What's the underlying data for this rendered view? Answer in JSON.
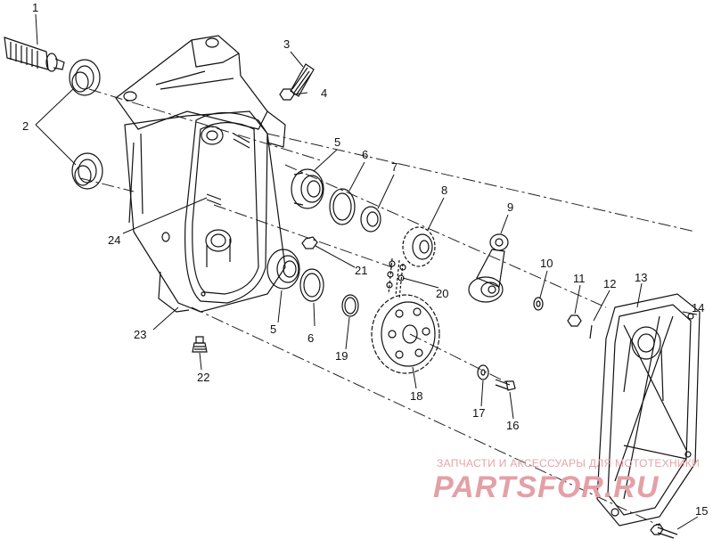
{
  "callouts": [
    "1",
    "2",
    "3",
    "4",
    "5",
    "6",
    "7",
    "8",
    "9",
    "10",
    "11",
    "12",
    "13",
    "14",
    "15",
    "16",
    "17",
    "18",
    "19",
    "20",
    "21",
    "22",
    "23",
    "24"
  ],
  "second_callouts": {
    "p5b": "5",
    "p6b": "6"
  },
  "watermark": {
    "tagline": "ЗАПЧАСТИ И АКСЕССУАРЫ ДЛЯ МОТОТЕХНИКИ",
    "brand": "PARTSFOR.RU",
    "color": "#e3a0a6"
  }
}
